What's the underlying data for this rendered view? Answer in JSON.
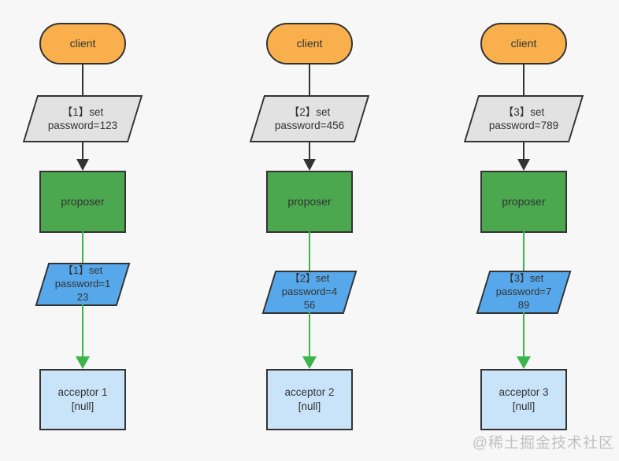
{
  "watermark": "@稀土掘金技术社区",
  "colors": {
    "background": "#f7f7f7",
    "client_fill": "#f9b04c",
    "request_fill": "#e2e2e2",
    "proposer_fill": "#4ba84f",
    "proposal_fill": "#57a8ea",
    "acceptor_fill": "#c9e3f9",
    "outline": "#333333",
    "black_edge": "#333333",
    "green_edge": "#3cb54a",
    "watermark_color": "#c1c1c1"
  },
  "columns": [
    {
      "client_label": "client",
      "request_label": "【1】set\npassword=123",
      "proposer_label": "proposer",
      "proposal_label": "【1】set\npassword=1\n23",
      "acceptor_label": "acceptor 1\n[null]"
    },
    {
      "client_label": "client",
      "request_label": "【2】set\npassword=456",
      "proposer_label": "proposer",
      "proposal_label": "【2】set\npassword=4\n56",
      "acceptor_label": "acceptor 2\n[null]"
    },
    {
      "client_label": "client",
      "request_label": "【3】set\npassword=789",
      "proposer_label": "proposer",
      "proposal_label": "【3】set\npassword=7\n89",
      "acceptor_label": "acceptor 3\n[null]"
    }
  ]
}
